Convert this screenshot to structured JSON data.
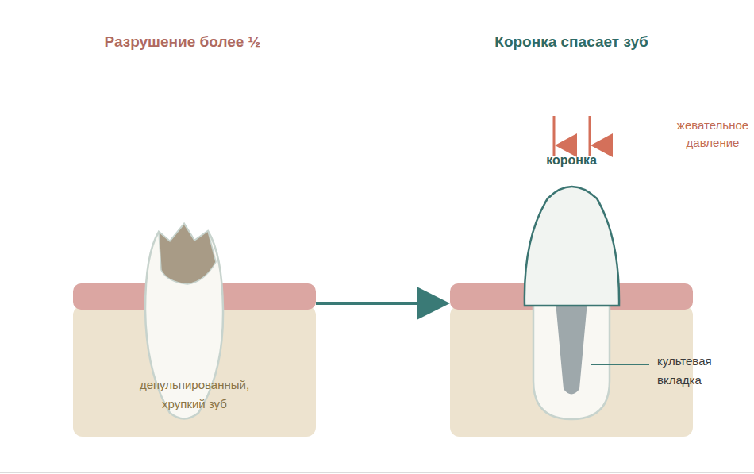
{
  "diagram": {
    "nodes": [
      {
        "text": [
          "депульпированный, хрупкий зуб"
        ]
      },
      {
        "text": [
          "культевая вкладка"
        ]
      },
      {
        "text": [
          "коронка"
        ]
      }
    ],
    "edges": [
      {
        "from": 0,
        "to": 1,
        "arrow": "to"
      }
    ],
    "labels": [
      "Разрушение более ½",
      "Коронка спасает зуб",
      "жевательное давление"
    ]
  }
}
